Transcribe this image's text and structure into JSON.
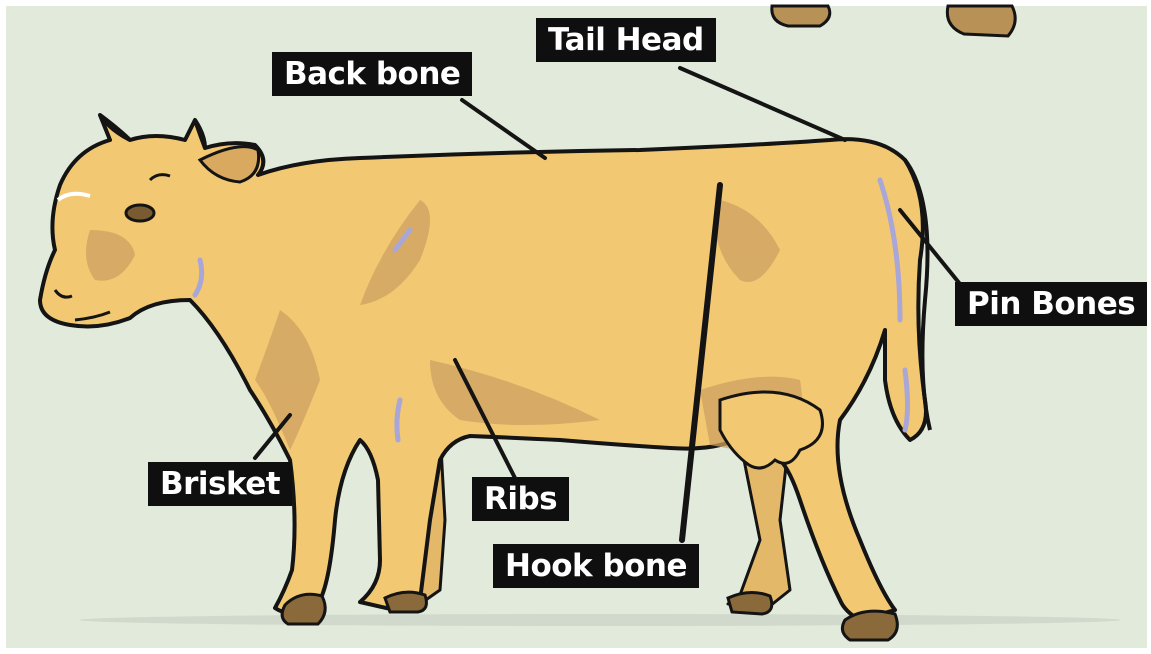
{
  "labels": {
    "tail_head": "Tail Head",
    "back_bone": "Back bone",
    "pin_bones": "Pin Bones",
    "brisket": "Brisket",
    "ribs": "Ribs",
    "hook_bone": "Hook bone"
  },
  "colors": {
    "background": "#e1eadb",
    "cow_body": "#f2c872",
    "cow_shadow": "#cda262",
    "cow_highlight": "#a9a6d8",
    "outline": "#141414",
    "label_bg": "#0f0f0f",
    "label_text": "#ffffff"
  }
}
